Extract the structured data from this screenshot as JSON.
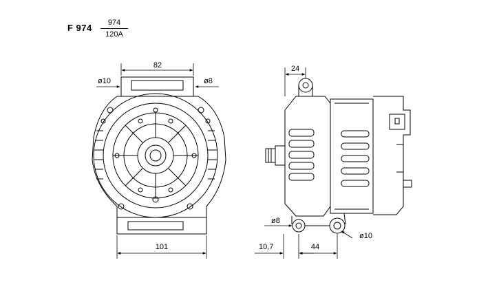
{
  "part": {
    "code": "F 974",
    "reference": "974",
    "rating": "120A"
  },
  "dimensions": {
    "top_width": "82",
    "left_hole": "ø10",
    "right_hole": "ø8",
    "bottom_width": "101",
    "side_offset": "24",
    "bottom_left_hole": "ø8",
    "bottom_right_hole": "ø10",
    "shaft_offset": "10,7",
    "mount_spacing": "44"
  }
}
